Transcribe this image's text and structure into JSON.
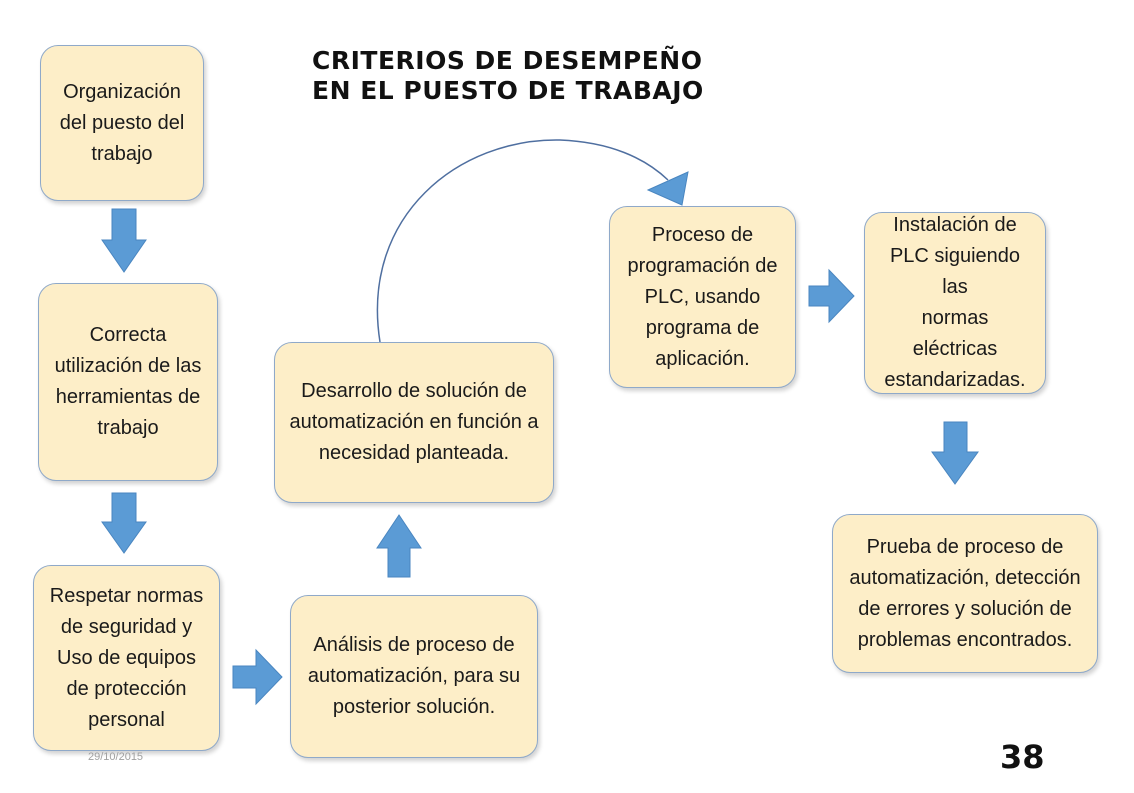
{
  "title": {
    "line1": "CRITERIOS DE DESEMPEÑO",
    "line2": "EN EL PUESTO DE TRABAJO"
  },
  "steps": {
    "organizacion": "Organización\ndel puesto del\ntrabajo",
    "correcta": "Correcta\nutilización de las\nherramientas de\ntrabajo",
    "respetar": "Respetar normas\nde seguridad y\nUso de equipos\nde protección\npersonal",
    "analisis": "Análisis de proceso de\nautomatización, para su\nposterior solución.",
    "desarrollo": "Desarrollo de solución de\nautomatización en función a\nnecesidad planteada.",
    "programacion": "Proceso de\nprogramación de\nPLC, usando\nprograma de\naplicación.",
    "instalacion": "Instalación de\nPLC siguiendo las\nnormas\neléctricas\nestandarizadas.",
    "prueba": "Prueba de proceso de\nautomatización, detección\nde errores y solución de\nproblemas encontrados."
  },
  "colors": {
    "box_fill": "#fdeec8",
    "box_border": "#8fa9c9",
    "arrow_fill": "#5b9bd5",
    "curve_stroke": "#4f6fa0"
  },
  "footer": {
    "date": "29/10/2015",
    "page_number": "38"
  }
}
